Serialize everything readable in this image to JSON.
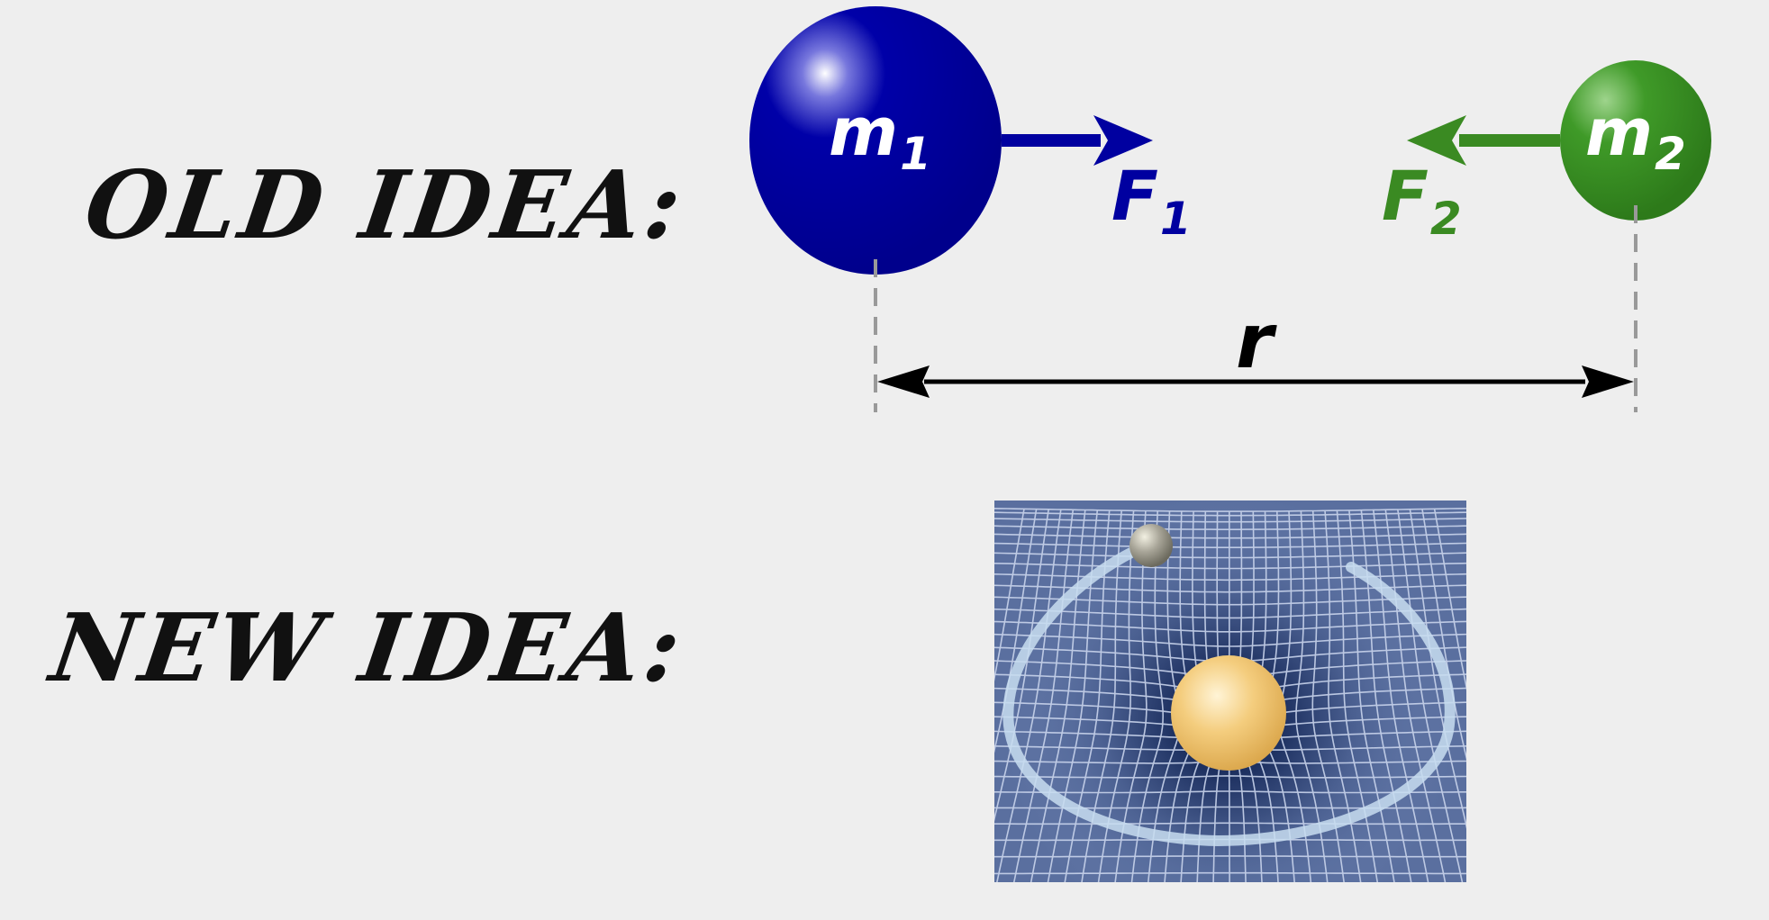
{
  "old_idea": {
    "heading": "OLD IDEA:",
    "mass1": {
      "label": "m",
      "subscript": "1",
      "color": "#0000a0"
    },
    "mass2": {
      "label": "m",
      "subscript": "2",
      "color": "#3a8a22"
    },
    "force1": {
      "label": "F",
      "subscript": "1",
      "color": "#0000a0"
    },
    "force2": {
      "label": "F",
      "subscript": "2",
      "color": "#3a8a22"
    },
    "distance": {
      "label": "r",
      "color": "#000000"
    }
  },
  "new_idea": {
    "heading": "NEW IDEA:",
    "grid_color": "#5a6f9f",
    "star_color": "#f0c064",
    "planet_color": "#9a9788",
    "orbit_color": "#c8ddf0"
  }
}
